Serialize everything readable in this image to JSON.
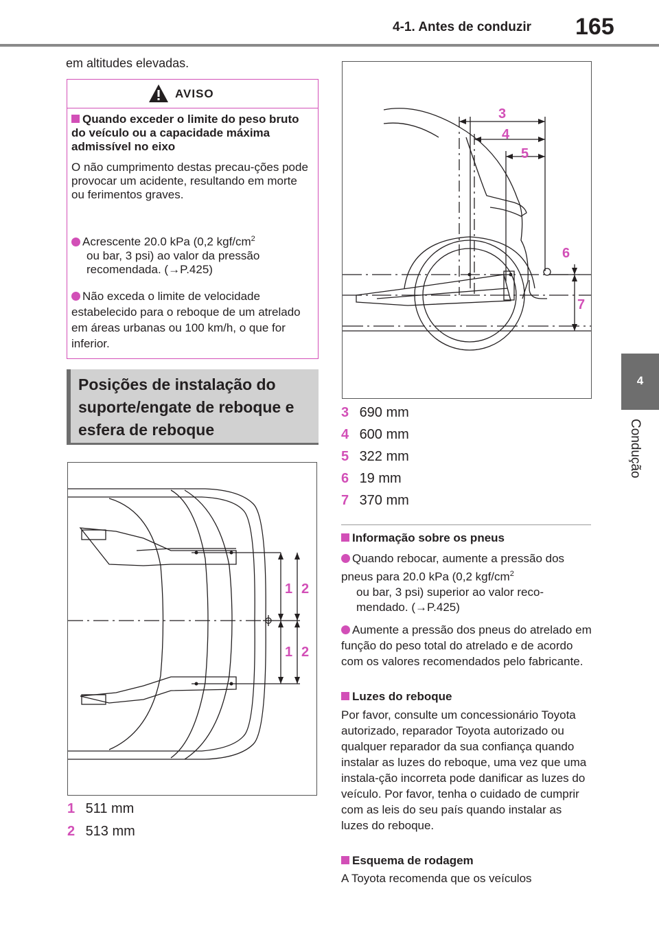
{
  "header": {
    "section": "4-1. Antes de conduzir",
    "page_number": "165"
  },
  "side_tab": {
    "number": "4",
    "label": "Condução"
  },
  "intro_text": "em altitudes elevadas.",
  "warning": {
    "title": "AVISO",
    "heading": "Quando exceder o limite do peso bruto do veículo ou a capacidade máxima admissível no eixo",
    "paragraph": "O não cumprimento destas precau-ções pode provocar um acidente, resultando em morte ou ferimentos graves.",
    "bullet1": "Acrescente 20.0 kPa (0,2 kgf/cm",
    "bullet1_sup": "2",
    "bullet1_rest": "ou bar, 3 psi) ao valor da pressão recomendada. (→P.425)",
    "bullet2": "Não exceda o limite de velocidade estabelecido para o reboque de um atrelado em áreas urbanas ou 100 km/h, o que for inferior."
  },
  "section_title": "Posições de instalação do suporte/engate de reboque e esfera de reboque",
  "figure_top_labels": [
    "1",
    "2",
    "1",
    "2"
  ],
  "figure_side_labels": [
    "3",
    "4",
    "5",
    "6",
    "7"
  ],
  "measurements_left": [
    {
      "num": "1",
      "value": "511 mm"
    },
    {
      "num": "2",
      "value": "513 mm"
    }
  ],
  "measurements_right": [
    {
      "num": "3",
      "value": "690 mm"
    },
    {
      "num": "4",
      "value": "600 mm"
    },
    {
      "num": "5",
      "value": "322 mm"
    },
    {
      "num": "6",
      "value": "19 mm"
    },
    {
      "num": "7",
      "value": "370 mm"
    }
  ],
  "tires": {
    "heading": "Informação sobre os pneus",
    "b1": "Quando rebocar, aumente a pressão dos pneus para 20.0 kPa (0,2 kgf/cm",
    "b1_sup": "2",
    "b1_rest": "ou bar, 3 psi) superior ao valor reco-mendado. (→P.425)",
    "b2": "Aumente a pressão dos pneus do atrelado em função do peso total do atrelado e de acordo com os valores recomendados pelo fabricante."
  },
  "lights": {
    "heading": "Luzes do reboque",
    "text": "Por favor, consulte um concessionário Toyota autorizado, reparador Toyota autorizado ou qualquer reparador da sua confiança quando instalar as luzes do reboque, uma vez que uma instala-ção incorreta pode danificar as luzes do veículo. Por favor, tenha o cuidado de cumprir com as leis do seu país quando instalar as luzes do reboque."
  },
  "breakin": {
    "heading": "Esquema de rodagem",
    "text": "A Toyota recomenda que os veículos"
  },
  "colors": {
    "accent": "#d24fb7",
    "tab_gray": "#6e6e6e",
    "section_bg": "#d1d1d1"
  }
}
